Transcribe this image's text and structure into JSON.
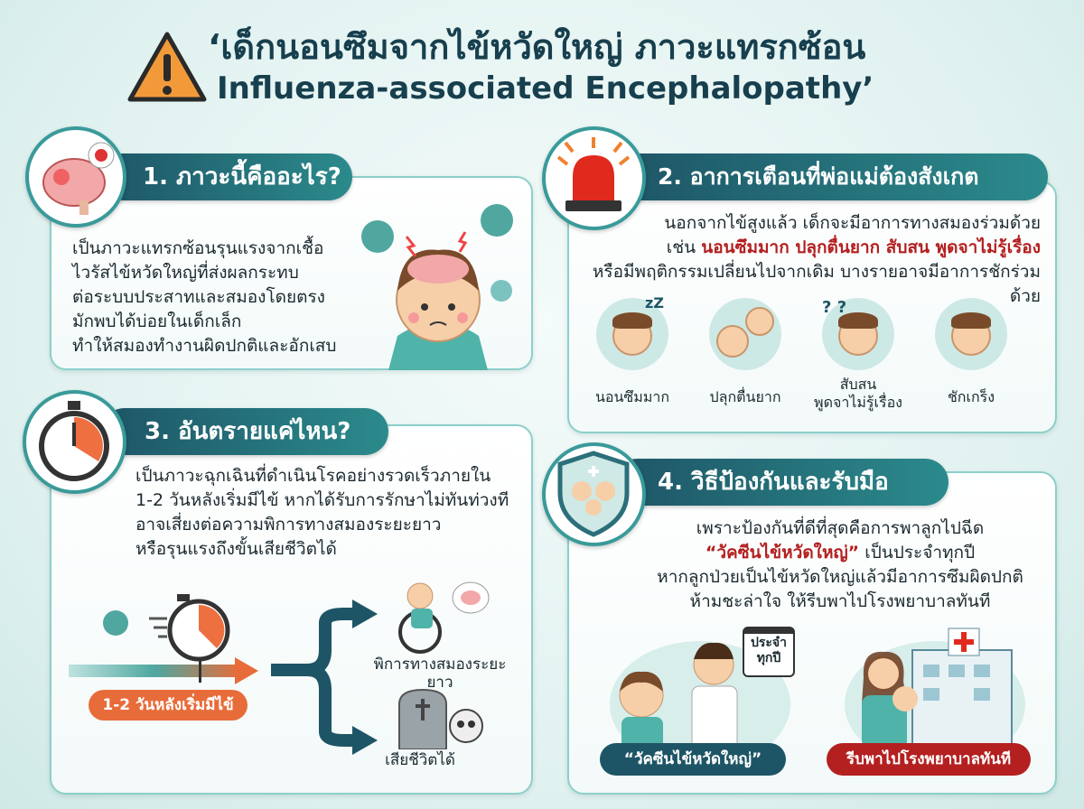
{
  "title": {
    "line1": "‘เด็กนอนซึมจากไข้หวัดใหญ่ ภาวะแทรกซ้อน",
    "line2": "Influenza-associated Encephalopathy’",
    "icon": "warning-triangle-icon"
  },
  "colors": {
    "header": "#1e5566",
    "accent_red": "#b42020",
    "accent_orange": "#e86c3a",
    "border": "#8ccfca"
  },
  "sections": [
    {
      "heading": "1. ภาวะนี้คืออะไร?",
      "icon": "brain-virus-icon",
      "lines": [
        "เป็นภาวะแทรกซ้อนรุนแรงจากเชื้อ",
        "ไวรัสไข้หวัดใหญ่ที่ส่งผลกระทบ",
        "ต่อระบบประสาทและสมองโดยตรง",
        "มักพบได้บ่อยในเด็กเล็ก",
        "ทำให้สมองทำงานผิดปกติและอักเสบ"
      ]
    },
    {
      "heading": "2. อาการเตือนที่พ่อแม่ต้องสังเกต",
      "icon": "siren-icon",
      "line1": "นอกจากไข้สูงแล้ว เด็กจะมีอาการทางสมองร่วมด้วย",
      "line2_prefix": "เช่น",
      "line2_highlight": "นอนซึมมาก ปลุกตื่นยาก สับสน พูดจาไม่รู้เรื่อง",
      "line3": "หรือมีพฤติกรรมเปลี่ยนไปจากเดิม บางรายอาจมีอาการชักร่วมด้วย",
      "symptoms": [
        {
          "label": "นอนซึมมาก",
          "icon": "sleeping-child-icon"
        },
        {
          "label": "ปลุกตื่นยาก",
          "icon": "mother-waking-child-icon"
        },
        {
          "label": "สับสน\nพูดจาไม่รู้เรื่อง",
          "icon": "confused-child-icon"
        },
        {
          "label": "ชักเกร็ง",
          "icon": "seizure-child-icon"
        }
      ]
    },
    {
      "heading": "3. อันตรายแค่ไหน?",
      "icon": "stopwatch-icon",
      "lines": [
        "เป็นภาวะฉุกเฉินที่ดำเนินโรคอย่างรวดเร็วภายใน",
        "1-2 วันหลังเริ่มมีไข้ หากได้รับการรักษาไม่ทันท่วงที",
        "อาจเสี่ยงต่อความพิการทางสมองระยะยาว",
        "หรือรุนแรงถึงขั้นเสียชีวิตได้"
      ],
      "timeline_label": "1-2 วันหลังเริ่มมีไข้",
      "outcome_disability": "พิการทางสมองระยะยาว",
      "outcome_death": "เสียชีวิตได้"
    },
    {
      "heading": "4. วิธีป้องกันและรับมือ",
      "icon": "family-shield-icon",
      "line1": "เพราะป้องกันที่ดีที่สุดคือการพาลูกไปฉีด",
      "line2_highlight": "“วัคซีนไข้หวัดใหญ่”",
      "line2_suffix": "เป็นประจำทุกปี",
      "line3": "หากลูกป่วยเป็นไข้หวัดใหญ่แล้วมีอาการซึมผิดปกติ",
      "line4": "ห้ามชะล่าใจ ให้รีบพาไปโรงพยาบาลทันที",
      "calendar_label": "ประจำ\nทุกปี",
      "vaccine_badge": "“วัคซีนไข้หวัดใหญ่”",
      "hospital_badge": "รีบพาไปโรงพยาบาลทันที"
    }
  ]
}
